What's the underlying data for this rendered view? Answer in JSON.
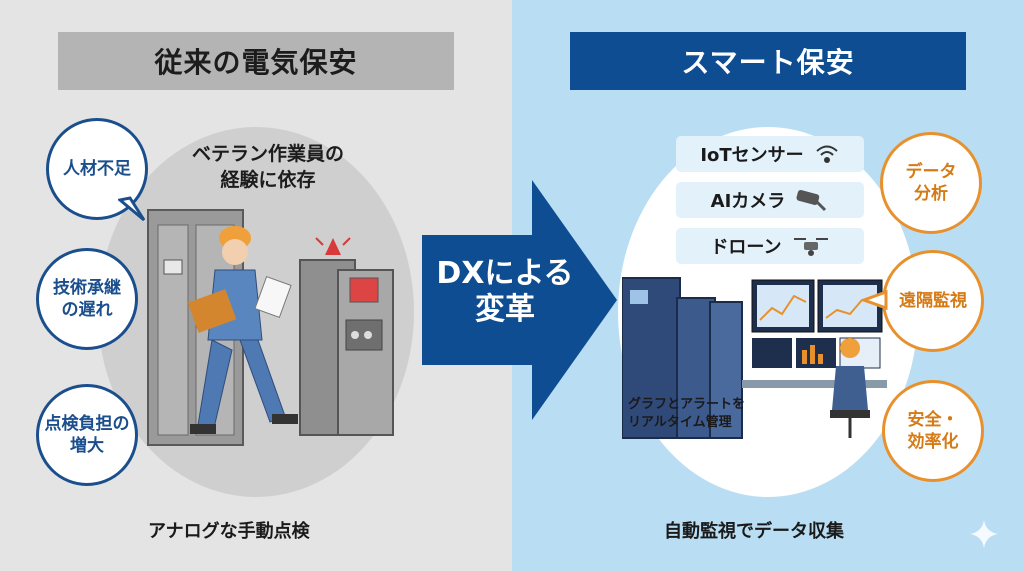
{
  "left": {
    "title": "従来の電気保安",
    "note_line1": "ベテラン作業員の",
    "note_line2": "経験に依存",
    "caption": "アナログな手動点検",
    "bubbles": [
      {
        "line1": "人材不足",
        "line2": ""
      },
      {
        "line1": "技術承継",
        "line2": "の遅れ"
      },
      {
        "line1": "点検負担の",
        "line2": "増大"
      }
    ]
  },
  "center": {
    "arrow_line1": "DXによる",
    "arrow_line2": "変革"
  },
  "right": {
    "title": "スマート保安",
    "features": [
      "IoTセンサー",
      "AIカメラ",
      "ドローン"
    ],
    "monitor_note_line1": "グラフとアラートを",
    "monitor_note_line2": "リアルタイム管理",
    "caption": "自動監視でデータ収集",
    "bubbles": [
      {
        "line1": "データ",
        "line2": "分析"
      },
      {
        "line1": "遠隔監視",
        "line2": ""
      },
      {
        "line1": "安全・",
        "line2": "効率化"
      }
    ]
  },
  "colors": {
    "left_bg": "#e4e4e4",
    "right_bg": "#b9ddf3",
    "navy": "#0e4d92",
    "orange": "#e8912c"
  },
  "icons": [
    "wifi-sensor-icon",
    "security-camera-icon",
    "drone-icon",
    "sparkle-icon"
  ]
}
